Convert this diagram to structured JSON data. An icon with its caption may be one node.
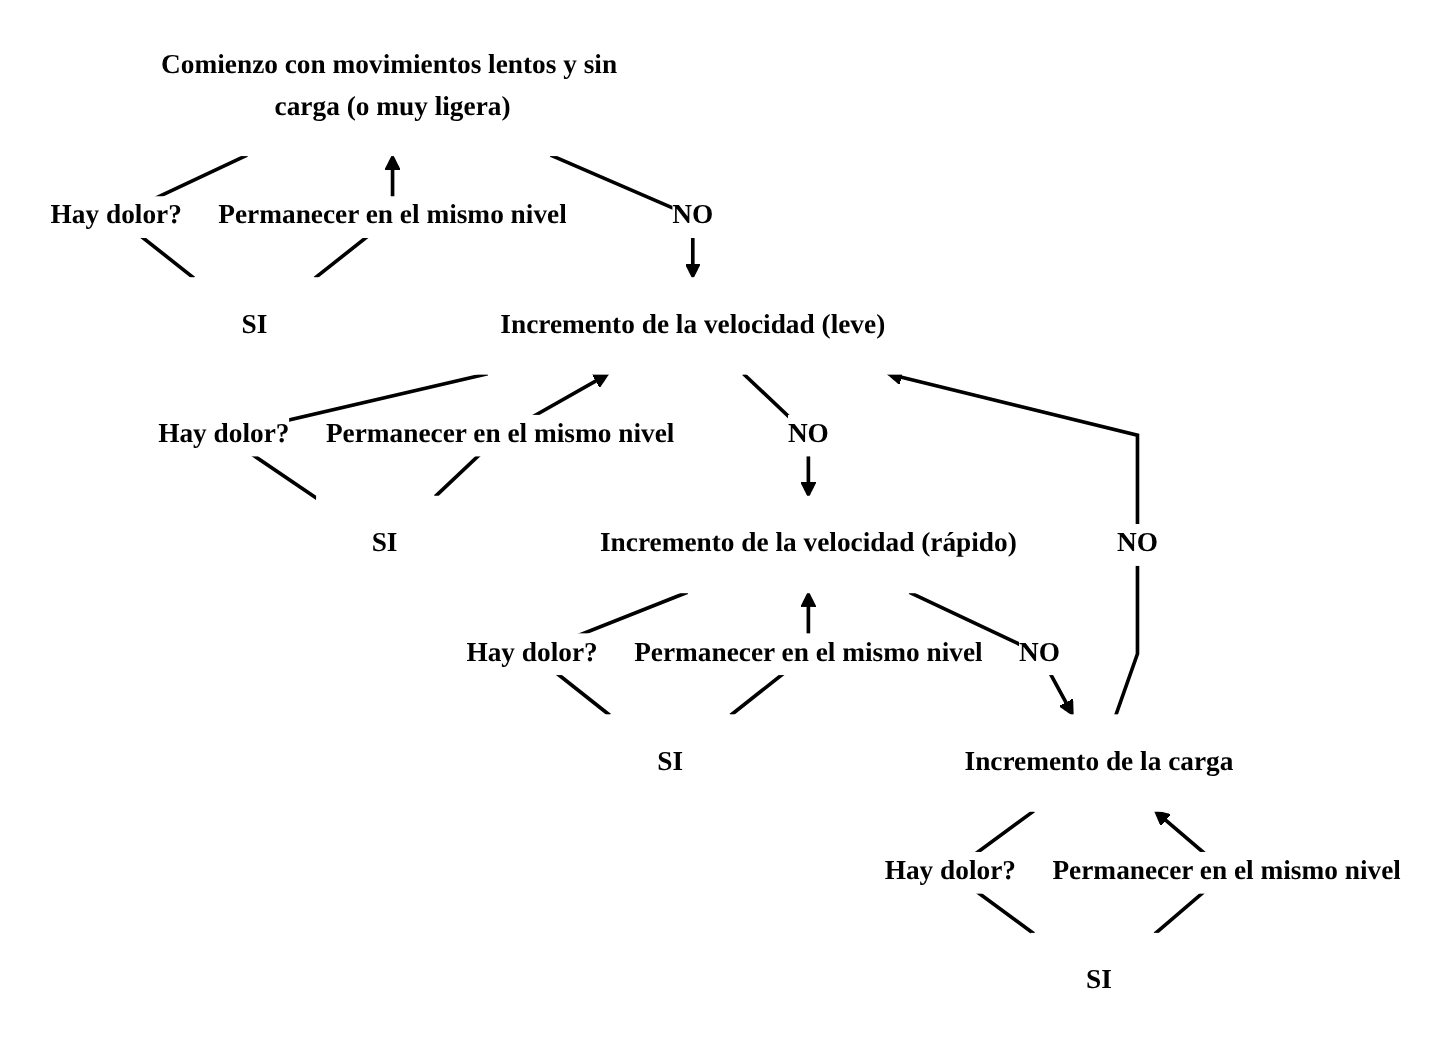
{
  "diagram": {
    "nodes": [
      {
        "text": [
          "Comienzo con movimientos lentos y sin carga (o muy ligera)"
        ]
      },
      {
        "text": [
          "SI"
        ]
      },
      {
        "text": [
          "Incremento de la velocidad (leve)"
        ]
      },
      {
        "text": [
          "SI"
        ]
      },
      {
        "text": [
          "Incremento de la velocidad (rápido)"
        ]
      },
      {
        "text": [
          "SI"
        ]
      },
      {
        "text": [
          "Incremento de la carga"
        ]
      },
      {
        "text": [
          "SI"
        ]
      }
    ],
    "edges": [
      {
        "from": 0,
        "to": 1,
        "arrow": "none",
        "label": "Hay dolor?"
      },
      {
        "from": 1,
        "to": 0,
        "arrow": "to",
        "label": "Permanecer en el mismo nivel"
      },
      {
        "from": 0,
        "to": 2,
        "arrow": "to",
        "label": "NO"
      },
      {
        "from": 2,
        "to": 3,
        "arrow": "none",
        "label": "Hay dolor?"
      },
      {
        "from": 3,
        "to": 2,
        "arrow": "to",
        "label": "Permanecer en el mismo nivel"
      },
      {
        "from": 2,
        "to": 4,
        "arrow": "to",
        "label": "NO"
      },
      {
        "from": 4,
        "to": 5,
        "arrow": "none",
        "label": "Hay dolor?"
      },
      {
        "from": 5,
        "to": 4,
        "arrow": "to",
        "label": "Permanecer en el mismo nivel"
      },
      {
        "from": 4,
        "to": 6,
        "arrow": "to",
        "label": "NO"
      },
      {
        "from": 6,
        "to": 7,
        "arrow": "none",
        "label": "Hay dolor?"
      },
      {
        "from": 7,
        "to": 6,
        "arrow": "to",
        "label": "Permanecer en el mismo nivel"
      },
      {
        "from": 6,
        "to": 2,
        "arrow": "to",
        "label": "NO"
      }
    ]
  }
}
